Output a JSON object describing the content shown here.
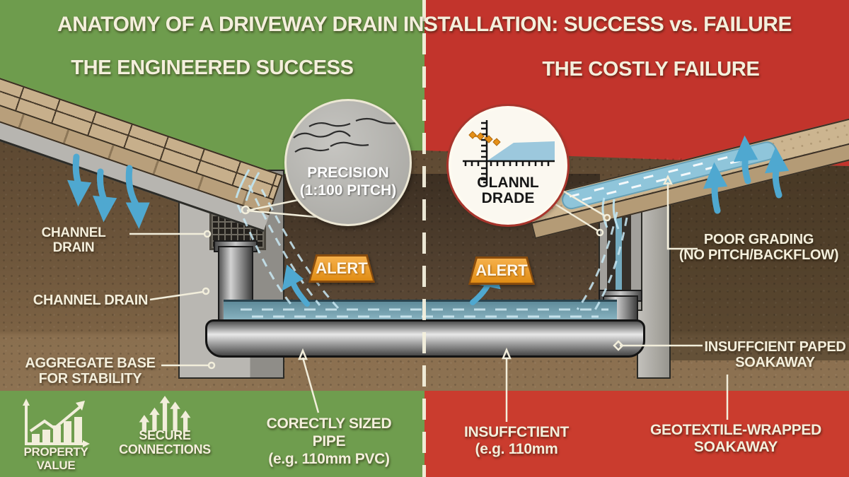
{
  "title": "ANATOMY OF A DRIVEWAY DRAIN INSTALLATION: SUCCESS vs. FAILURE",
  "colors": {
    "success_green": "#6e9c4d",
    "failure_red": "#c2342c",
    "alert_orange": "#e8921f",
    "water_blue": "#5fb3d9",
    "pipe_gray": "#a8a8a8",
    "soil_brown": "#6b543a",
    "label_cream": "#f4efdc"
  },
  "left": {
    "heading": "THE ENGINEERED SUCCESS",
    "callout": "PRECISION\n(1:100 PITCH)",
    "alert": "ALERT",
    "labels": {
      "channel_drain_top": "CHANNEL DRAIN",
      "channel_drain_bottom": "CHANNEL DRAIN",
      "aggregate_base": "AGGREGATE BASE\nFOR STABILITY",
      "pipe": "CORECTLY SIZED\nPIPE\n(e.g. 110mm PVC)"
    },
    "footer_badges": [
      {
        "icon": "property-value-chart-icon",
        "label": "PROPERTY VALUE"
      },
      {
        "icon": "secure-connections-arrows-icon",
        "label": "SECURE\nCONNECTIONS"
      }
    ]
  },
  "right": {
    "heading": "THE COSTLY FAILURE",
    "callout": "GLANNL\nDRADE",
    "alert": "ALERT",
    "labels": {
      "poor_grading": "POOR GRADING\n(NO PITCH/BACKFLOW)",
      "soakaway": "INSUFFCIENT PAPED\nSOAKAWAY",
      "pipe": "INSUFFCTIENT\n(e.g. 110mm",
      "geotextile": "GEOTEXTILE-WRAPPED\nSOAKAWAY"
    }
  }
}
